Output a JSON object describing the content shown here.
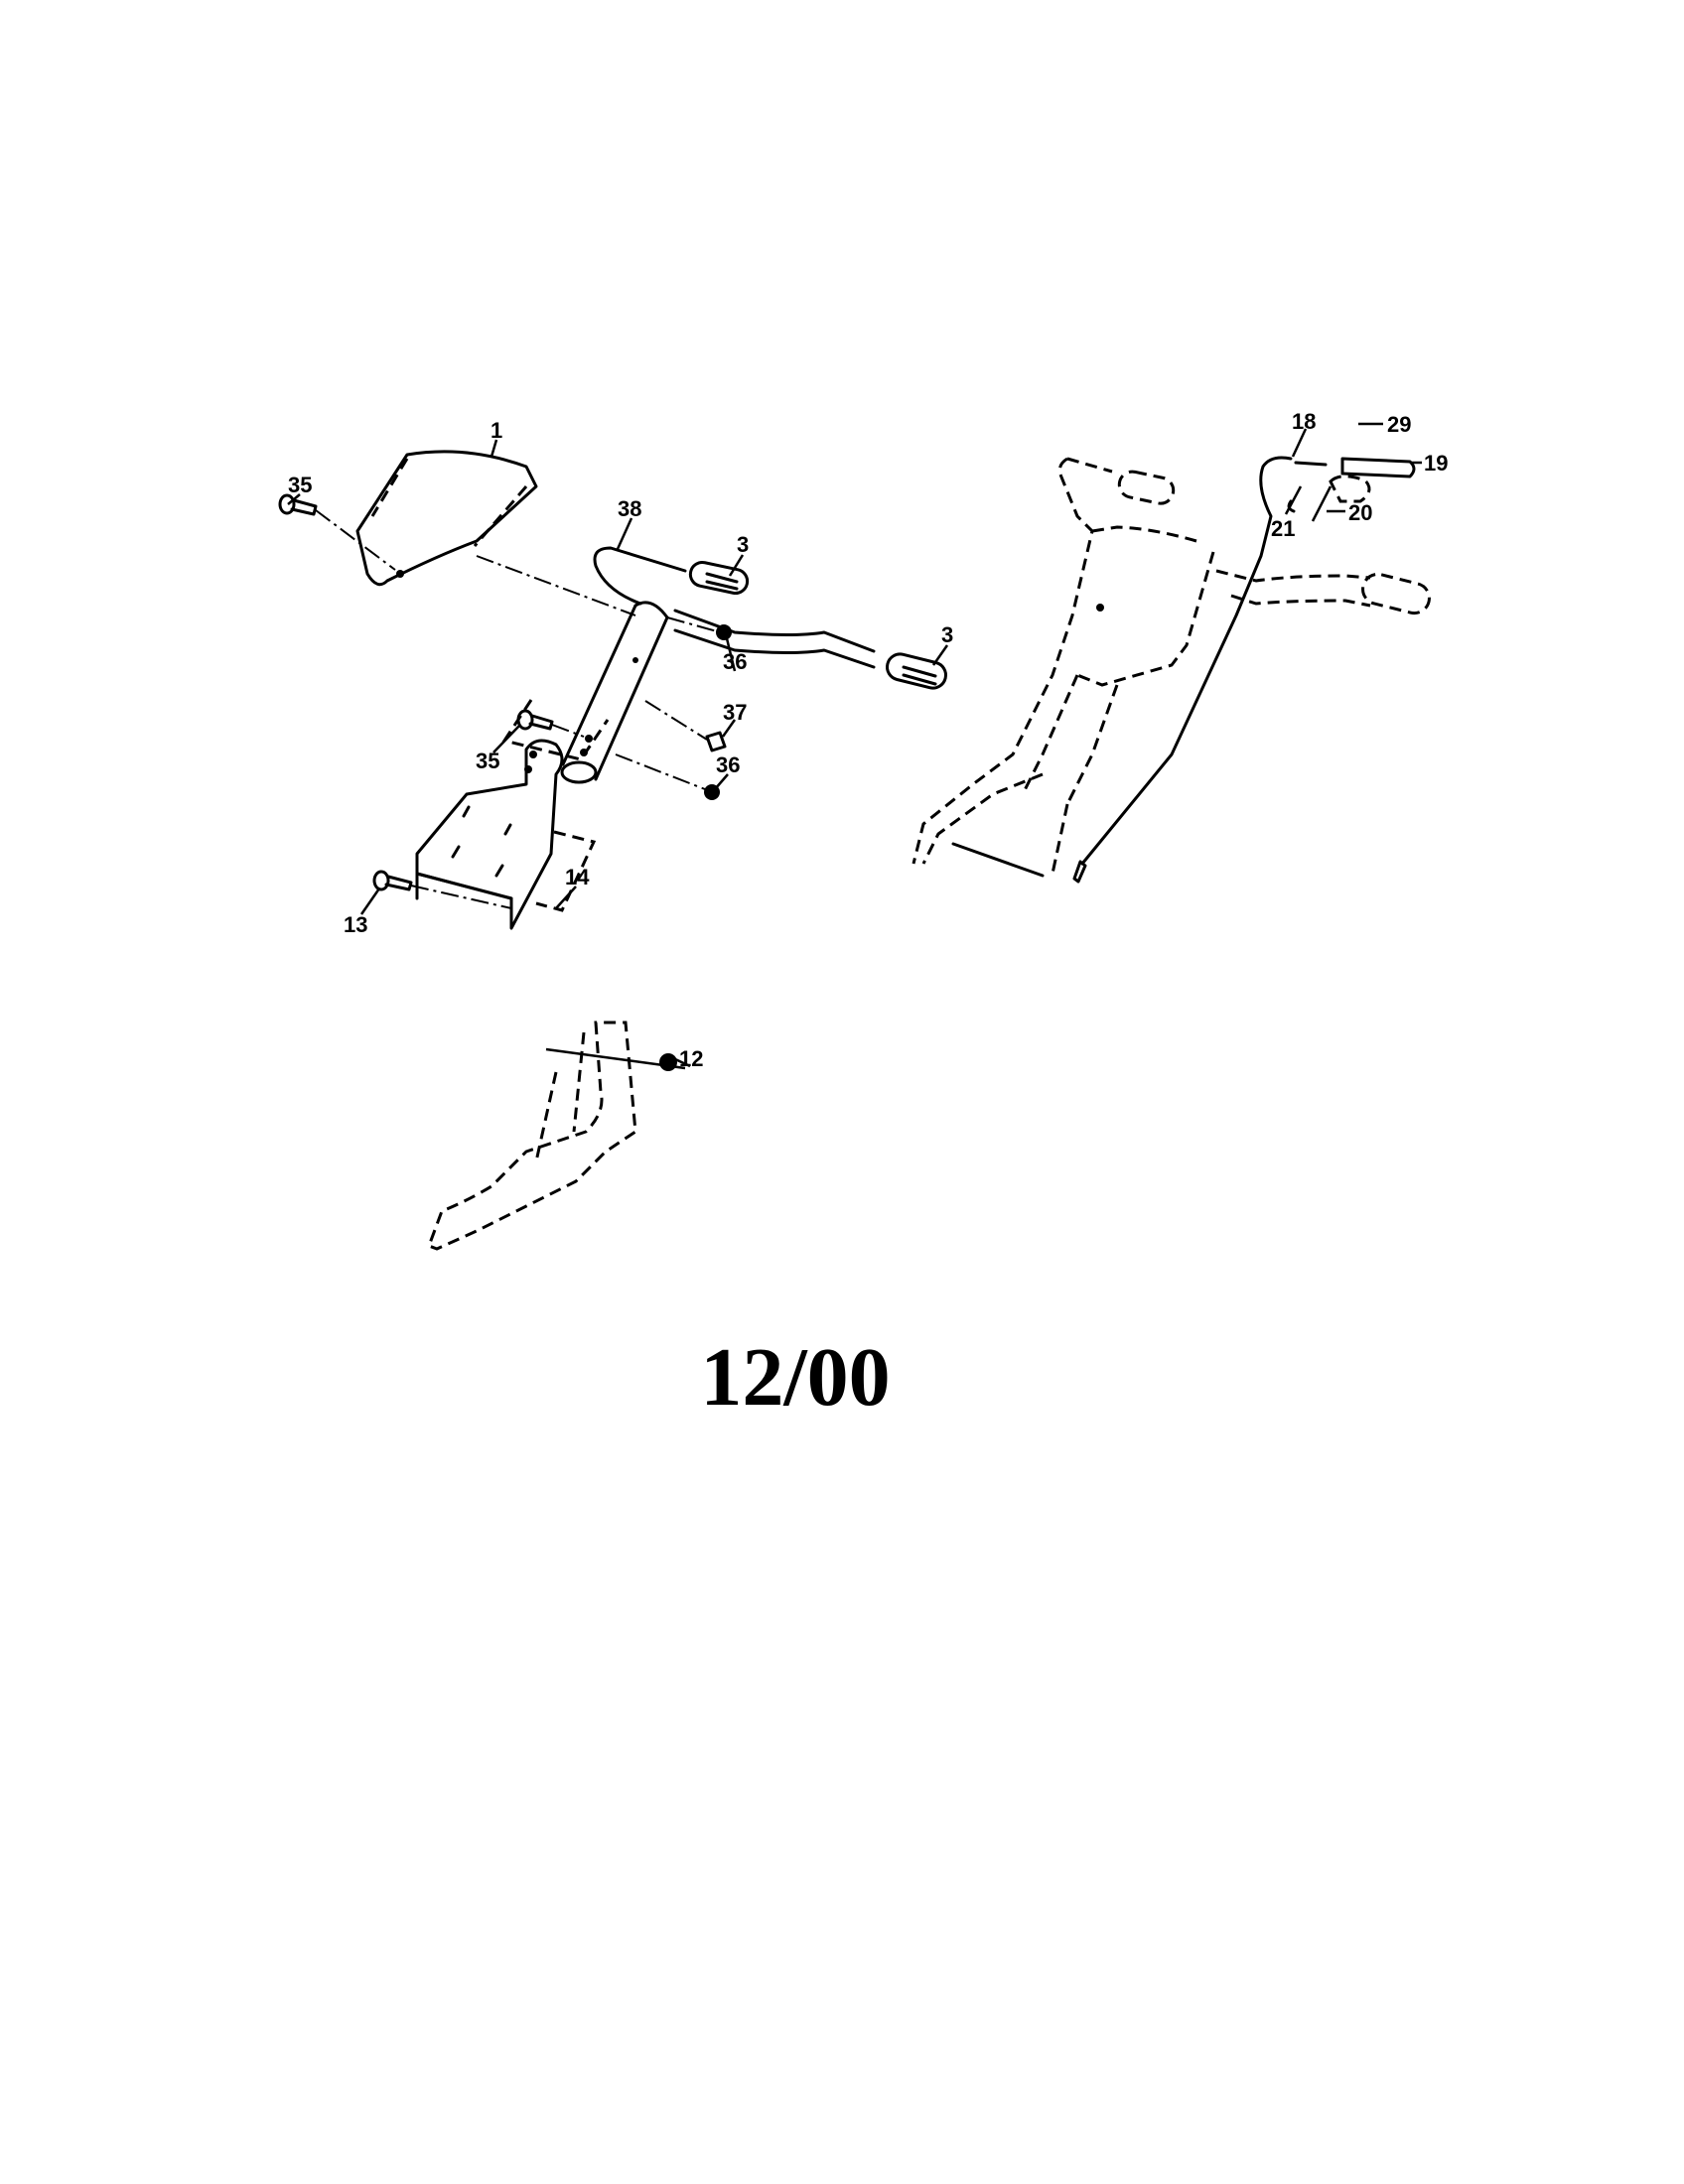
{
  "diagram": {
    "date_code": "12/00",
    "callouts": {
      "panel": "1",
      "bolt_top": "35",
      "handle_bar": "38",
      "grip_left": "3",
      "grip_right": "3",
      "nut_upper": "36",
      "clip": "37",
      "bolt_middle": "35",
      "nut_lower": "36",
      "bracket": "14",
      "bolt_bracket": "13",
      "nut_frame": "12",
      "cable": "18",
      "pin": "29",
      "lever": "19",
      "spring": "21",
      "screw": "20"
    }
  }
}
